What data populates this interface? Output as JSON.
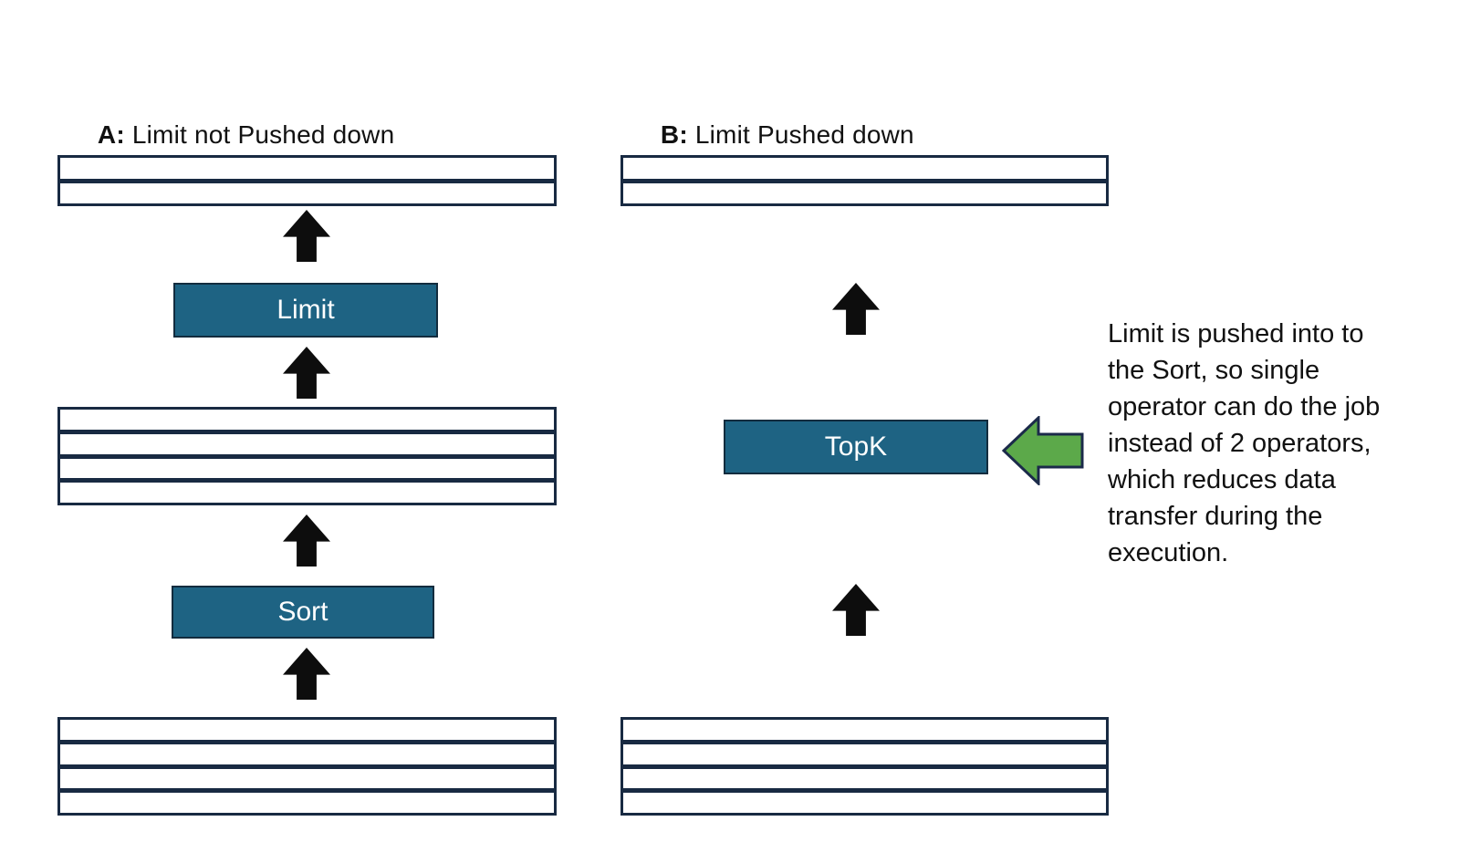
{
  "diagram": {
    "colors": {
      "background": "#ffffff",
      "operator_fill": "#1e6383",
      "operator_border": "#132c3e",
      "operator_text": "#ffffff",
      "table_fill": "#ffffff",
      "table_border": "#182a42",
      "black_arrow": "#0d0d0d",
      "green_fill": "#5ca94a",
      "green_border": "#1b2a4a",
      "heading_text": "#111111",
      "annotation_text": "#111111"
    },
    "panel_a": {
      "heading_bold": "A:",
      "heading_rest": " Limit not Pushed down",
      "output_table_rows": 2,
      "intermediate_table_rows": 4,
      "source_table_rows": 4,
      "operators": {
        "limit": "Limit",
        "sort": "Sort"
      }
    },
    "panel_b": {
      "heading_bold": "B:",
      "heading_rest": " Limit Pushed down",
      "output_table_rows": 2,
      "source_table_rows": 4,
      "operators": {
        "topk": "TopK"
      }
    },
    "annotation": {
      "lines": [
        "Limit is pushed into to",
        "the Sort, so single",
        "operator can do the job",
        "instead of 2 operators,",
        "which reduces data",
        "transfer during the",
        "execution."
      ]
    }
  }
}
